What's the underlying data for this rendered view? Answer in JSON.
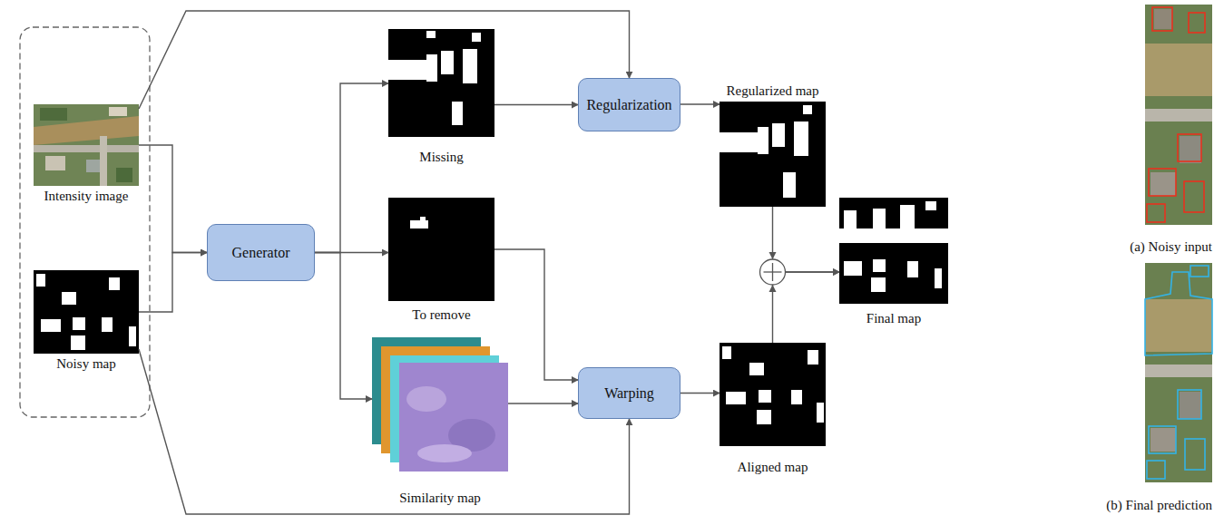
{
  "diagram": {
    "nodes": [
      {
        "text": [
          "Intensity image"
        ]
      },
      {
        "text": [
          "Noisy map"
        ]
      },
      {
        "text": [
          "Generator"
        ]
      },
      {
        "text": [
          "Missing"
        ]
      },
      {
        "text": [
          "To remove"
        ]
      },
      {
        "text": [
          "Similarity map"
        ]
      },
      {
        "text": [
          "Regularization"
        ]
      },
      {
        "text": [
          "Warping"
        ]
      },
      {
        "text": [
          "Regularized map"
        ]
      },
      {
        "text": [
          "Aligned map"
        ]
      },
      {
        "text": [
          "Final map"
        ]
      },
      {
        "text": [
          "(a) Noisy input"
        ]
      },
      {
        "text": [
          "(b) Final prediction"
        ]
      }
    ],
    "edges": [
      {
        "from": 0,
        "to": 2,
        "arrow": "to"
      },
      {
        "from": 1,
        "to": 2,
        "arrow": "to"
      },
      {
        "from": 0,
        "to": 6,
        "arrow": "to"
      },
      {
        "from": 1,
        "to": 7,
        "arrow": "to"
      },
      {
        "from": 2,
        "to": 3,
        "arrow": "to"
      },
      {
        "from": 2,
        "to": 4,
        "arrow": "to"
      },
      {
        "from": 2,
        "to": 5,
        "arrow": "to"
      },
      {
        "from": 3,
        "to": 6,
        "arrow": "to"
      },
      {
        "from": 4,
        "to": 7,
        "arrow": "to"
      },
      {
        "from": 5,
        "to": 7,
        "arrow": "to"
      },
      {
        "from": 6,
        "to": 8,
        "arrow": "to"
      },
      {
        "from": 7,
        "to": 9,
        "arrow": "to"
      },
      {
        "from": 8,
        "to": 10,
        "arrow": "to"
      },
      {
        "from": 9,
        "to": 10,
        "arrow": "to"
      }
    ]
  }
}
